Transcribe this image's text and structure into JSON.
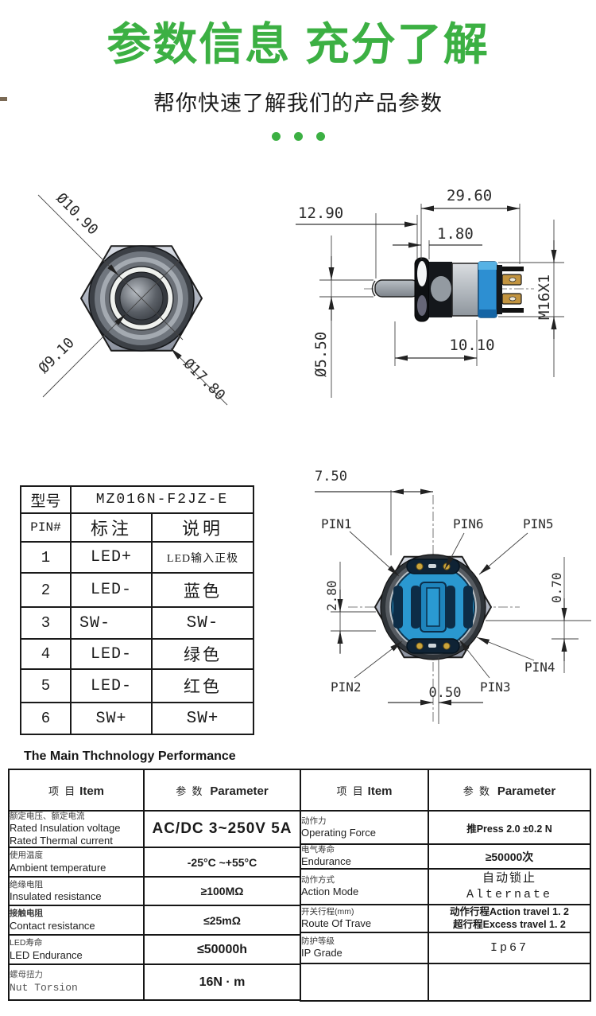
{
  "header": {
    "title": "参数信息 充分了解",
    "subtitle": "帮你快速了解我们的产品参数"
  },
  "colors": {
    "accent_green": "#3cb043"
  },
  "front_view": {
    "dim_top": "Ø10.90",
    "dim_bottom_left": "Ø9.10",
    "dim_bottom_right": "Ø17.80"
  },
  "side_view": {
    "dim_lever": "12.90",
    "dim_total": "29.60",
    "dim_flange": "1.80",
    "dim_lever_dia": "Ø5.50",
    "dim_body": "10.10",
    "dim_thread": "M16X1"
  },
  "pin_table": {
    "model_label": "型号",
    "model_value": "MZ016N-F2JZ-E",
    "col_pin": "PIN#",
    "col_mark": "标注",
    "col_desc": "说明",
    "rows": [
      {
        "pin": "1",
        "mark": "LED+",
        "desc": "LED输入正极"
      },
      {
        "pin": "2",
        "mark": "LED-",
        "desc": "蓝色"
      },
      {
        "pin": "3",
        "mark": "SW-",
        "desc": "SW-"
      },
      {
        "pin": "4",
        "mark": "LED-",
        "desc": "绿色"
      },
      {
        "pin": "5",
        "mark": "LED-",
        "desc": "红色"
      },
      {
        "pin": "6",
        "mark": "SW+",
        "desc": "SW+"
      }
    ]
  },
  "bottom_view": {
    "dim_top": "7.50",
    "dim_left": "2.80",
    "dim_right": "0.70",
    "dim_bottom": "0.50",
    "pin1": "PIN1",
    "pin2": "PIN2",
    "pin3": "PIN3",
    "pin4": "PIN4",
    "pin5": "PIN5",
    "pin6": "PIN6"
  },
  "spec": {
    "title": "The Main Thchnology Performance",
    "head_item_cn": "项 目",
    "head_item_en": "Item",
    "head_param_cn": "参 数",
    "head_param_en": "Parameter",
    "left_rows": [
      {
        "cn": "额定电压、额定电流",
        "en": "Rated Insulation voltage",
        "en2": "Rated Thermal current",
        "param": "AC/DC 3~250V 5A"
      },
      {
        "cn": "使用温度",
        "en": "Ambient temperature",
        "param": "-25°C ~+55°C"
      },
      {
        "cn": "绝缘电阻",
        "en": "Insulated  resistance",
        "param": "≥100MΩ"
      },
      {
        "cn": "接触电阻",
        "en": "Contact resistance",
        "param": "≤25mΩ"
      },
      {
        "cn": "LED寿命",
        "en": "LED Endurance",
        "param": "≤50000h"
      },
      {
        "cn": "螺母扭力",
        "en": "Nut Torsion",
        "param": "16N · m"
      }
    ],
    "right_rows": [
      {
        "cn": "动作力",
        "en": "Operating Force",
        "param": "推Press  2.0 ±0.2 N"
      },
      {
        "cn": "电气寿命",
        "en": "Endurance",
        "param": "≥50000次"
      },
      {
        "cn": "动作方式",
        "en": "Action Mode",
        "param": "自动锁止",
        "param2": "Alternate"
      },
      {
        "cn": "开关行程(mm)",
        "en": "Route Of Trave",
        "param": "动作行程Action travel   1. 2",
        "param2": "超行程Excess travel   1. 2"
      },
      {
        "cn": "防护等级",
        "en": "IP Grade",
        "param": "Ip67"
      },
      {
        "cn": "",
        "en": "",
        "param": ""
      }
    ]
  }
}
